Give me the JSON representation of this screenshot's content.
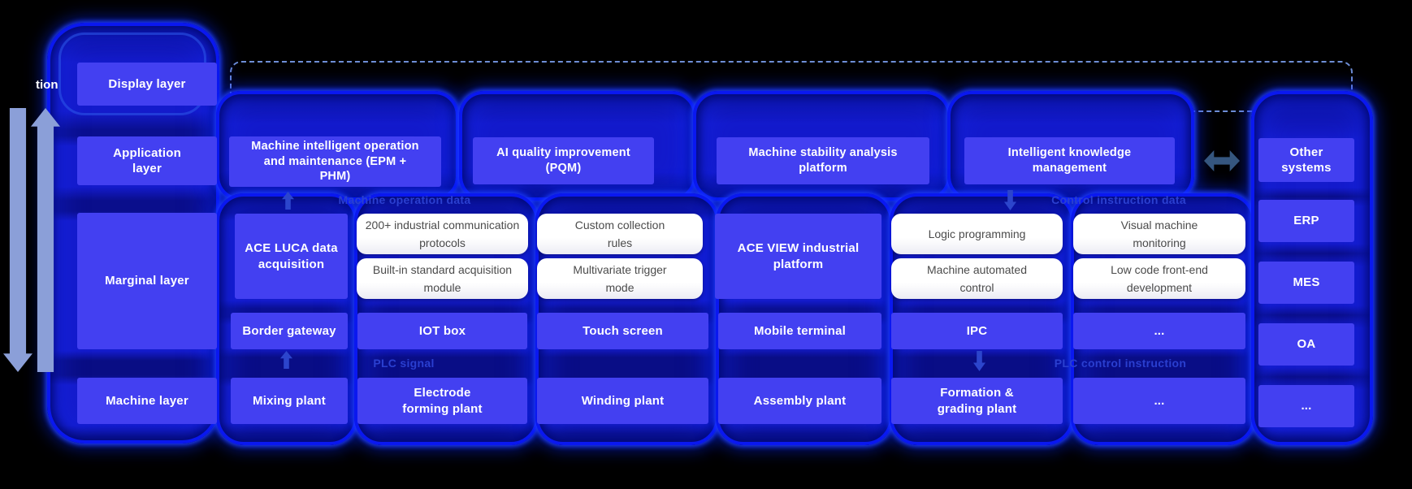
{
  "colors": {
    "accent": "#4340f1",
    "panel_blue": "#10159e",
    "border_blue": "#0a18f0",
    "flow_label": "#2a3fd0",
    "flow_arrow": "#2c45cc",
    "side_arrow": "#8b9fd8",
    "dash": "#6e8ed6",
    "link_arrow": "#35567f",
    "white_box_text": "#4b4b4b",
    "background": "#000000"
  },
  "overlay": {
    "fragment": "tion"
  },
  "layers": {
    "display": "Display layer",
    "application": "Application layer",
    "marginal": "Marginal layer",
    "machine": "Machine layer"
  },
  "application_row": {
    "epm_phm": "Machine intelligent operation and maintenance (EPM + PHM)",
    "pqm": "AI quality improvement (PQM)",
    "stability": "Machine stability analysis platform",
    "knowledge": "Intelligent knowledge management",
    "other_systems": "Other systems"
  },
  "flow_labels": {
    "machine_operation_data": "Machine operation data",
    "control_instruction_data": "Control instruction data",
    "plc_signal": "PLC signal",
    "plc_control_instruction": "PLC control instruction"
  },
  "marginal_row": {
    "ace_luca": "ACE LUCA data acquisition",
    "ace_view": "ACE VIEW industrial platform",
    "capabilities_left": [
      "200+ industrial communication protocols",
      "Custom collection rules",
      "Built-in standard acquisition module",
      "Multivariate trigger mode"
    ],
    "capabilities_right": [
      "Logic programming",
      "Visual machine monitoring",
      "Machine automated control",
      "Low code front-end development"
    ]
  },
  "device_row": [
    "Border gateway",
    "IOT box",
    "Touch screen",
    "Mobile terminal",
    "IPC",
    "..."
  ],
  "machine_row": [
    "Mixing plant",
    "Electrode forming plant",
    "Winding plant",
    "Assembly plant",
    "Formation & grading plant",
    "..."
  ],
  "external_systems": [
    "ERP",
    "MES",
    "OA",
    "..."
  ]
}
